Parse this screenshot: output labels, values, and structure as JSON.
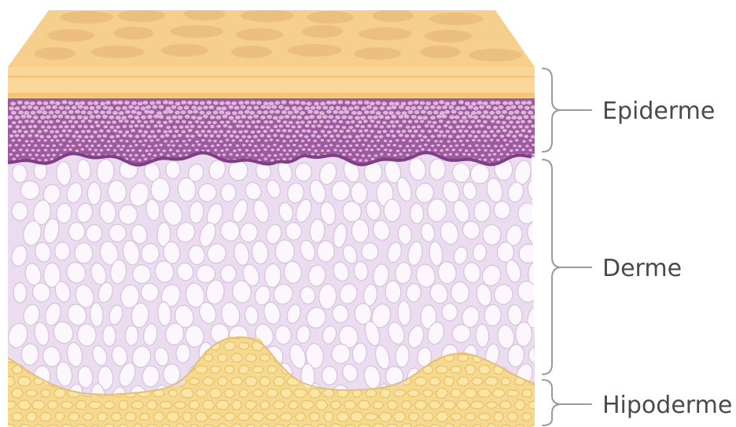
{
  "labels": {
    "epidermis": "Epiderme",
    "dermis": "Derme",
    "hypodermis": "Hipoderme"
  },
  "colors": {
    "surface_top": "#f6cf8c",
    "surface_spot": "#e2aa6c",
    "surface_front": "#f9d69a",
    "surface_stripe": "#f3bf74",
    "epidermis_fill": "#9e5a9e",
    "epidermis_dark": "#7f3f86",
    "epidermis_cell": "#e7c8e4",
    "dermis_fill": "#ebdcef",
    "dermis_cell": "#fbf7fd",
    "dermis_outline": "#d6c2de",
    "hypodermis_fill": "#f5d98e",
    "hypodermis_cell": "#fbe6a6",
    "hypodermis_line": "#e8c06b",
    "bracket": "#9a9a9a",
    "label_text": "#4a4a4a"
  }
}
